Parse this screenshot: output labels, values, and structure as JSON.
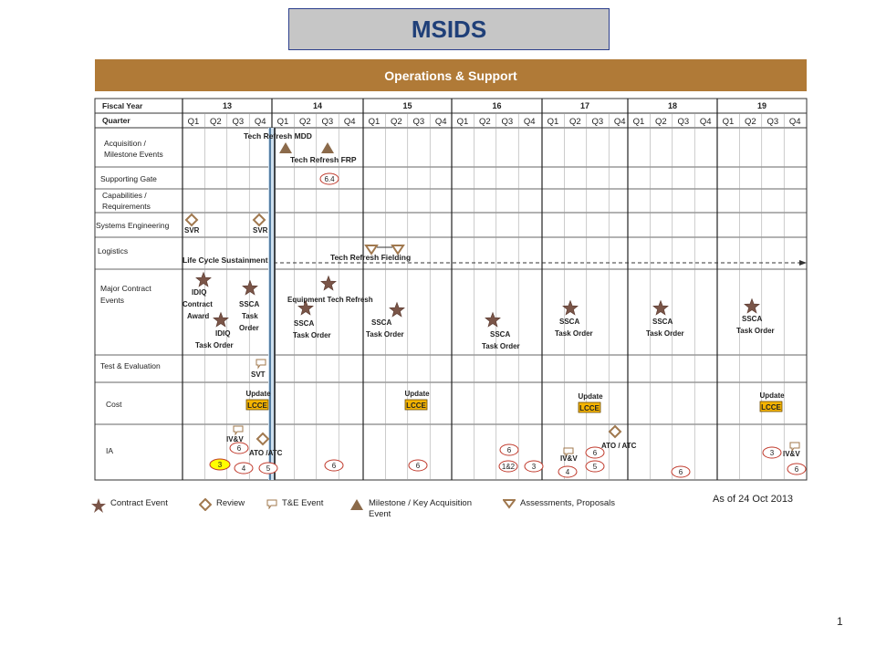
{
  "title": "MSIDS",
  "band": "Operations & Support",
  "fiscal_years": [
    "13",
    "14",
    "15",
    "16",
    "17",
    "18",
    "19"
  ],
  "quarters": [
    "Q1",
    "Q2",
    "Q3",
    "Q4"
  ],
  "row_labels": {
    "fiscal_year": "Fiscal Year",
    "quarter": "Quarter",
    "acquisition": [
      "Acquisition /",
      "Milestone Events"
    ],
    "supporting_gate": "Supporting Gate",
    "capabilities": [
      "Capabilities /",
      "Requirements"
    ],
    "systems_engineering": "Systems Engineering",
    "logistics": "Logistics",
    "major_contract": [
      "Major Contract",
      "Events"
    ],
    "test_eval": "Test & Evaluation",
    "cost": "Cost",
    "ia": "IA"
  },
  "acquisition": {
    "tech_refresh_mdd": "Tech Refresh MDD",
    "tech_refresh_frp": "Tech Refresh FRP"
  },
  "supporting_gate": {
    "gate": "6.4"
  },
  "systems_engineering": {
    "svr1": "SVR",
    "svr2": "SVR"
  },
  "logistics": {
    "life_cycle": "Life Cycle Sustainment",
    "tech_refresh_fielding": "Tech Refresh Fielding"
  },
  "contract_events": {
    "idiq_award": [
      "IDIQ",
      "Contract",
      "Award"
    ],
    "idiq_task": [
      "IDIQ",
      "Task Order"
    ],
    "ssca_task_13": [
      "SSCA",
      "Task",
      "Order"
    ],
    "equipment_tech_refresh": "Equipment Tech Refresh",
    "ssca_14": [
      "SSCA",
      "Task Order"
    ],
    "ssca_15": [
      "SSCA",
      "Task Order"
    ],
    "ssca_16": [
      "SSCA",
      "Task Order"
    ],
    "ssca_17": [
      "SSCA",
      "Task  Order"
    ],
    "ssca_18": [
      "SSCA",
      "Task  Order"
    ],
    "ssca_19": [
      "SSCA",
      "Task  Order"
    ]
  },
  "test_eval": {
    "svt": "SVT"
  },
  "cost": {
    "update": "Update",
    "lcce": "LCCE"
  },
  "ia": {
    "ivv": "IV&V",
    "ato_atc_1": "ATO /ATC",
    "ato_atc_2": "ATO / ATC",
    "n3": "3",
    "n4": "4",
    "n5": "5",
    "n6": "6",
    "n12": "1&2"
  },
  "legend": {
    "contract_event": "Contract Event",
    "review": "Review",
    "te_event": "T&E Event",
    "milestone": [
      "Milestone / Key Acquisition",
      "Event"
    ],
    "assessments": "Assessments, Proposals"
  },
  "as_of": "As of 24 Oct 2013",
  "page_number": "1",
  "colors": {
    "band": "#b07a37",
    "title_bg": "#c6c6c6",
    "title_text": "#1f3f78",
    "milestone": "#8b6a4a",
    "star": "#7a5548",
    "review": "#a0784e",
    "lcce": "#f5b400",
    "ia_circle": "#c0392b",
    "ia_highlight": "#ffff00",
    "current_line": "#2e5d8a"
  }
}
